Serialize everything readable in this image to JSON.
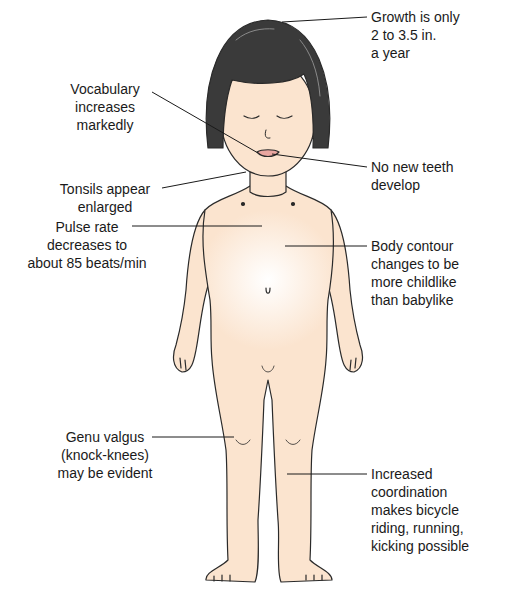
{
  "diagram": {
    "labels": [
      "Growth is only 2 to 3.5 in. a year",
      "Vocabulary increases markedly",
      "No new teeth develop",
      "Tonsils appear enlarged",
      "Pulse rate decreases to about 85 beats/min",
      "Body contour changes to be more childlike than babylike",
      "Genu valgus (knock-knees) may be evident",
      "Increased coordination makes bicycle riding, running, kicking possible"
    ]
  }
}
